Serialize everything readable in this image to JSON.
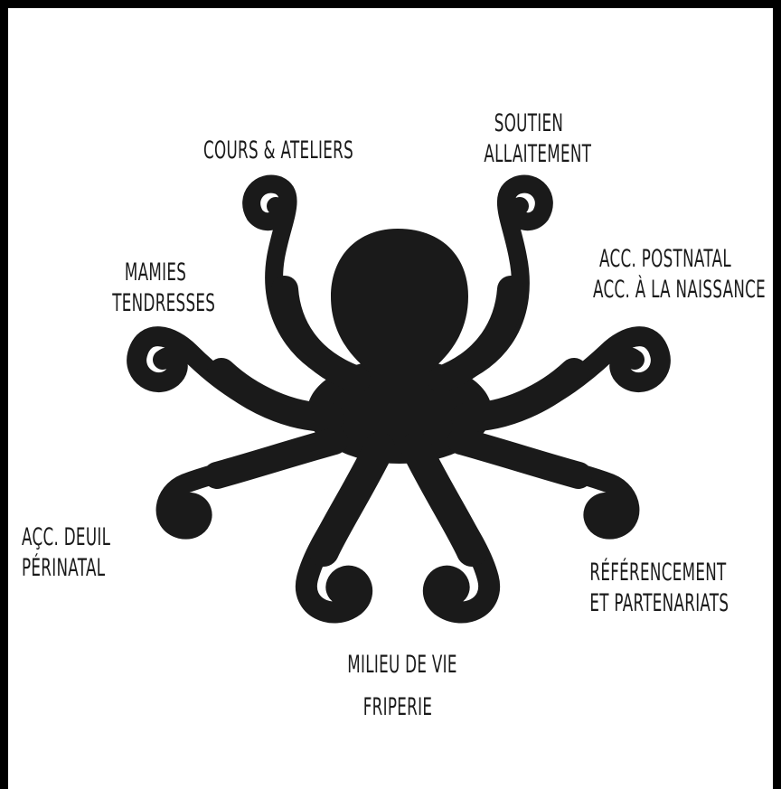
{
  "labels": {
    "cours": [
      "COURS & ATELIERS"
    ],
    "soutien": [
      "SOUTIEN",
      "ALLAITEMENT"
    ],
    "mamies": [
      "MAMIES",
      "TENDRESSES"
    ],
    "postnatal": [
      "ACC. POSTNATAL",
      "ACC. À LA NAISSANCE"
    ],
    "deuil": [
      "AÇC.  DEUIL",
      "PÉRINATAL"
    ],
    "referencement": [
      "RÉFÉRENCEMENT",
      "ET PARTENARIATS"
    ],
    "milieu": [
      "MILIEU DE VIE",
      "FRIPERIE"
    ]
  },
  "colors": {
    "ink": "#1a1a1a",
    "frame": "#000000",
    "background": "#ffffff"
  },
  "icons": {
    "central": "octopus-icon"
  }
}
